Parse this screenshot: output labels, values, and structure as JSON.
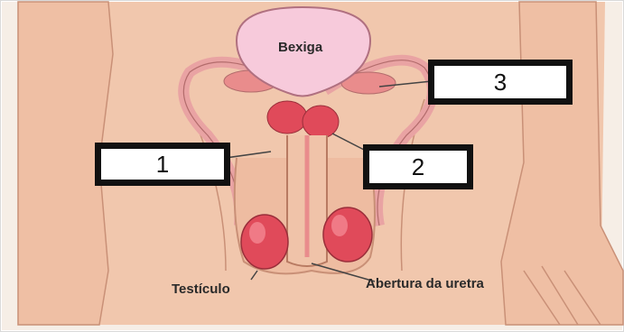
{
  "labels": {
    "bladder": "Bexiga",
    "testicle": "Testículo",
    "urethra_opening": "Abertura da uretra"
  },
  "answer_boxes": [
    {
      "number": "1"
    },
    {
      "number": "2"
    },
    {
      "number": "3"
    }
  ],
  "colors": {
    "skin": "#f1c3a8",
    "skin_shadow": "#d9a48a",
    "bladder": "#f5c9d8",
    "organ_red": "#e04a5a",
    "duct": "#e8a0a0"
  }
}
